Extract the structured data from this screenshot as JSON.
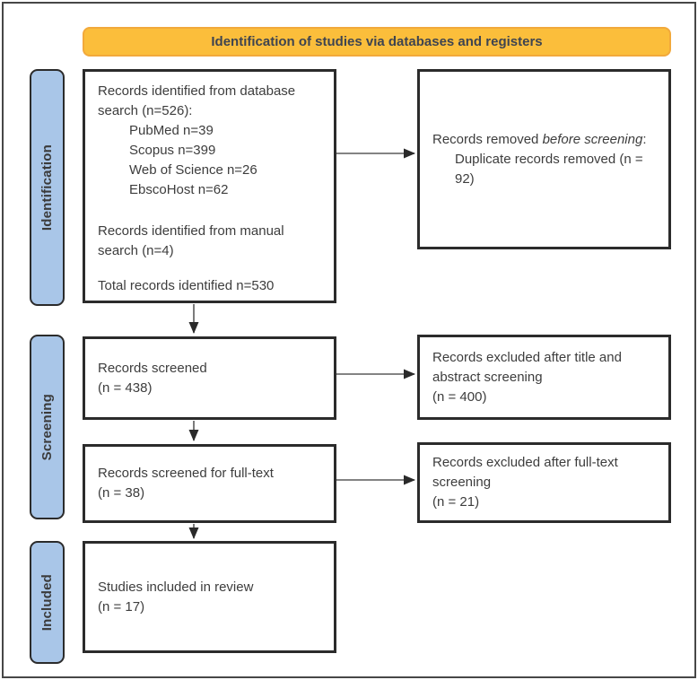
{
  "banner": {
    "title": "Identification of studies via databases and registers"
  },
  "stages": [
    {
      "label": "Identification"
    },
    {
      "label": "Screening"
    },
    {
      "label": "Included"
    }
  ],
  "boxes": {
    "identified": {
      "heading": "Records identified from database search (n=526):",
      "sources": [
        "PubMed n=39",
        "Scopus n=399",
        "Web of Science n=26",
        "EbscoHost n=62"
      ],
      "manual": "Records identified from manual search (n=4)",
      "total": "Total records identified n=530"
    },
    "removed": {
      "prefix": "Records removed ",
      "italic": "before screening",
      "suffix": ":",
      "detail": "Duplicate records removed (n = 92)"
    },
    "screened": {
      "text": "Records screened",
      "count": "(n = 438)"
    },
    "excluded_title_abstract": {
      "text": "Records excluded after title and abstract screening",
      "count": "(n = 400)"
    },
    "fulltext": {
      "text": "Records screened for full-text",
      "count": "(n = 38)"
    },
    "excluded_fulltext": {
      "text": "Records excluded after full-text screening",
      "count": "(n = 21)"
    },
    "included": {
      "text": "Studies included in review",
      "count": "(n = 17)"
    }
  },
  "colors": {
    "banner_fill": "#FBBE3B",
    "banner_border": "#F2A93B",
    "banner_text": "#3E4450",
    "stage_fill": "#A9C6E8",
    "box_border": "#2B2B2B",
    "text": "#3D3D3D",
    "frame": "#474747",
    "arrow_line": "#5A5A5A",
    "arrow_head": "#2A2A2A"
  }
}
